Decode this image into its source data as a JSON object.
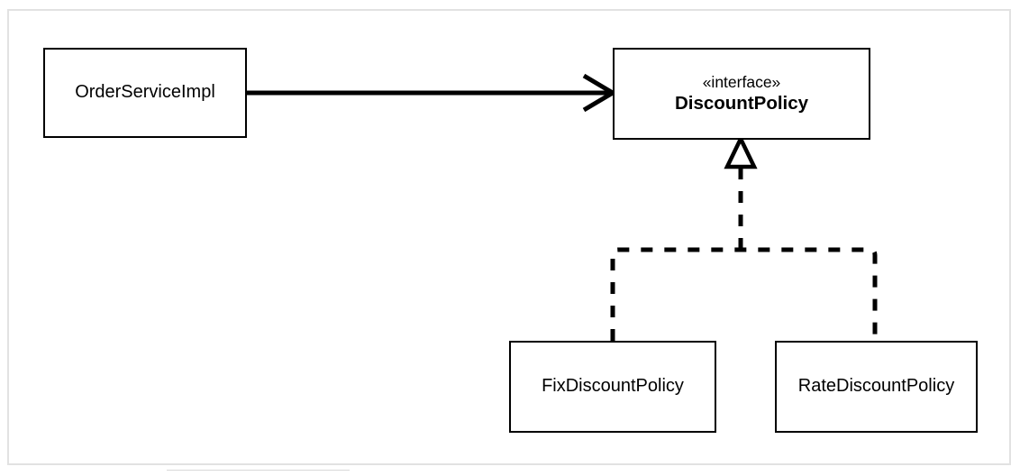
{
  "diagram": {
    "kind": "uml-class-diagram",
    "background_color": "#ffffff",
    "frame_color": "#e2e2e2",
    "stroke_color": "#000000",
    "nodes": [
      {
        "id": "orderserviceimpl",
        "name": "OrderServiceImpl",
        "stereotype": "",
        "type": "class"
      },
      {
        "id": "discountpolicy",
        "name": "DiscountPolicy",
        "stereotype": "«interface»",
        "type": "interface"
      },
      {
        "id": "fixdiscountpolicy",
        "name": "FixDiscountPolicy",
        "stereotype": "",
        "type": "class"
      },
      {
        "id": "ratediscountpolicy",
        "name": "RateDiscountPolicy",
        "stereotype": "",
        "type": "class"
      }
    ],
    "edges": [
      {
        "id": "edge-dependency",
        "from": "orderserviceimpl",
        "to": "discountpolicy",
        "style": "solid",
        "arrow": "open-arrowhead",
        "relation": "dependency"
      },
      {
        "id": "edge-realization-fix",
        "from": "fixdiscountpolicy",
        "to": "discountpolicy",
        "style": "dashed",
        "arrow": "hollow-triangle",
        "relation": "realization"
      },
      {
        "id": "edge-realization-rate",
        "from": "ratediscountpolicy",
        "to": "discountpolicy",
        "style": "dashed",
        "arrow": "hollow-triangle",
        "relation": "realization"
      }
    ]
  }
}
